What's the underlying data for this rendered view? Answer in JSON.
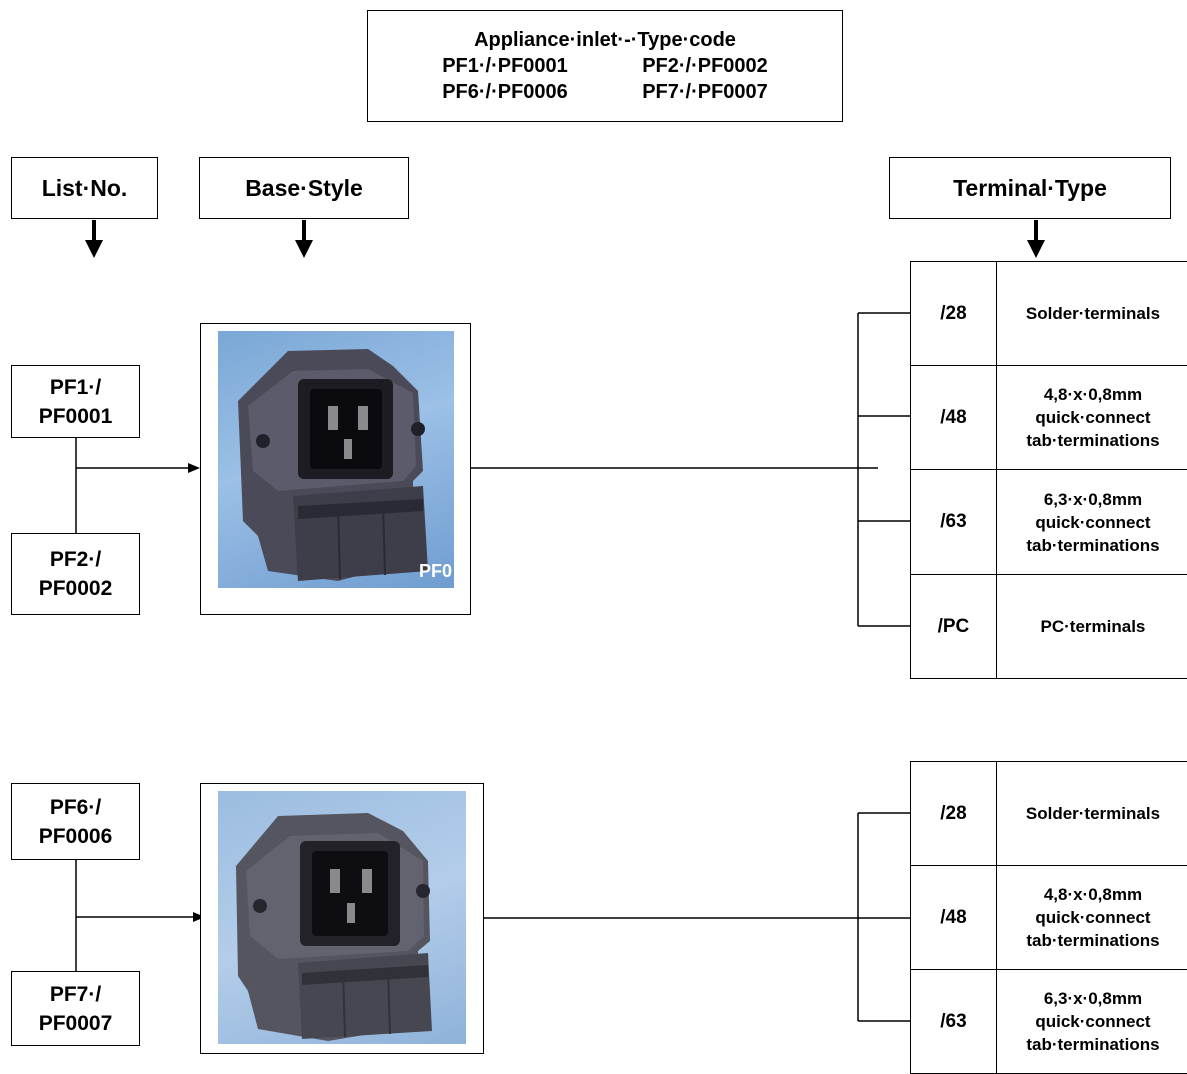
{
  "title": {
    "heading": "Appliance·inlet·-·Type·code",
    "codes": [
      "PF1·/·PF0001",
      "PF2·/·PF0002",
      "PF6·/·PF0006",
      "PF7·/·PF0007"
    ]
  },
  "headers": {
    "list_no": "List·No.",
    "base_style": "Base·Style",
    "terminal_type": "Terminal·Type"
  },
  "group1": {
    "list_items": [
      {
        "line1": "PF1·/",
        "line2": "PF0001"
      },
      {
        "line1": "PF2·/",
        "line2": "PF0002"
      }
    ],
    "image_label": "PF0",
    "terminals": [
      {
        "code": "/28",
        "desc": [
          "Solder·terminals"
        ]
      },
      {
        "code": "/48",
        "desc": [
          "4,8·x·0,8mm",
          "quick·connect",
          "tab·terminations"
        ]
      },
      {
        "code": "/63",
        "desc": [
          "6,3·x·0,8mm",
          "quick·connect",
          "tab·terminations"
        ]
      },
      {
        "code": "/PC",
        "desc": [
          "PC·terminals"
        ]
      }
    ]
  },
  "group2": {
    "list_items": [
      {
        "line1": "PF6·/",
        "line2": "PF0006"
      },
      {
        "line1": "PF7·/",
        "line2": "PF0007"
      }
    ],
    "terminals": [
      {
        "code": "/28",
        "desc": [
          "Solder·terminals"
        ]
      },
      {
        "code": "/48",
        "desc": [
          "4,8·x·0,8mm",
          "quick·connect",
          "tab·terminations"
        ]
      },
      {
        "code": "/63",
        "desc": [
          "6,3·x·0,8mm",
          "quick·connect",
          "tab·terminations"
        ]
      }
    ]
  }
}
